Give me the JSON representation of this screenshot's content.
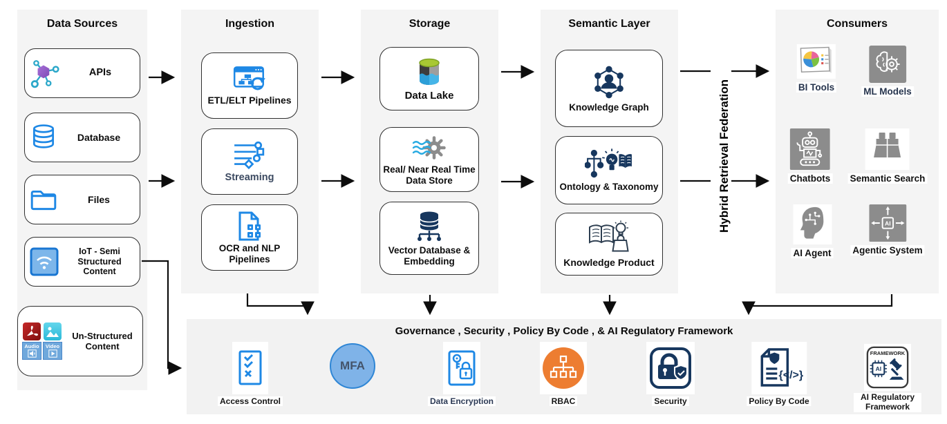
{
  "data_sources": {
    "title": "Data Sources",
    "apis": "APIs",
    "database": "Database",
    "files": "Files",
    "iot": "IoT - Semi Structured Content",
    "unstructured": "Un-Structured Content",
    "audio_badge": "Audio",
    "video_badge": "Video"
  },
  "ingestion": {
    "title": "Ingestion",
    "etl": "ETL/ELT Pipelines",
    "streaming": "Streaming",
    "ocr": "OCR and NLP Pipelines"
  },
  "storage": {
    "title": "Storage",
    "data_lake": "Data Lake",
    "realtime": "Real/ Near Real Time Data Store",
    "vector_db": "Vector Database & Embedding"
  },
  "semantic_layer": {
    "title": "Semantic Layer",
    "knowledge_graph": "Knowledge Graph",
    "ontology": "Ontology & Taxonomy",
    "knowledge_product": "Knowledge Product"
  },
  "consumers": {
    "title": "Consumers",
    "bi_tools": "BI Tools",
    "ml_models": "ML Models",
    "chatbots": "Chatbots",
    "semantic_search": "Semantic Search",
    "ai_agent": "AI Agent",
    "agentic_system": "Agentic System",
    "ai_chip": "AI"
  },
  "federation_label": "Hybrid Retrieval Federation",
  "governance": {
    "title": "Governance , Security , Policy By Code , & AI Regulatory Framework",
    "access_control": "Access Control",
    "mfa": "MFA",
    "data_encryption": "Data Encryption",
    "rbac": "RBAC",
    "security": "Security",
    "policy_by_code": "Policy By Code",
    "ai_regulatory": "AI Regulatory Framework",
    "framework_badge": "FRAMEWORK",
    "ai_chip": "AI",
    "code_glyph": "{</>}"
  },
  "colors": {
    "accent_blue": "#1e88e5",
    "navy": "#17375e",
    "orange": "#ed7d31",
    "icon_gray": "#8c8c8c",
    "mfa_fill": "#7fb3e8",
    "panel_bg": "#f4f4f4",
    "arrow": "#0d0d0d"
  }
}
